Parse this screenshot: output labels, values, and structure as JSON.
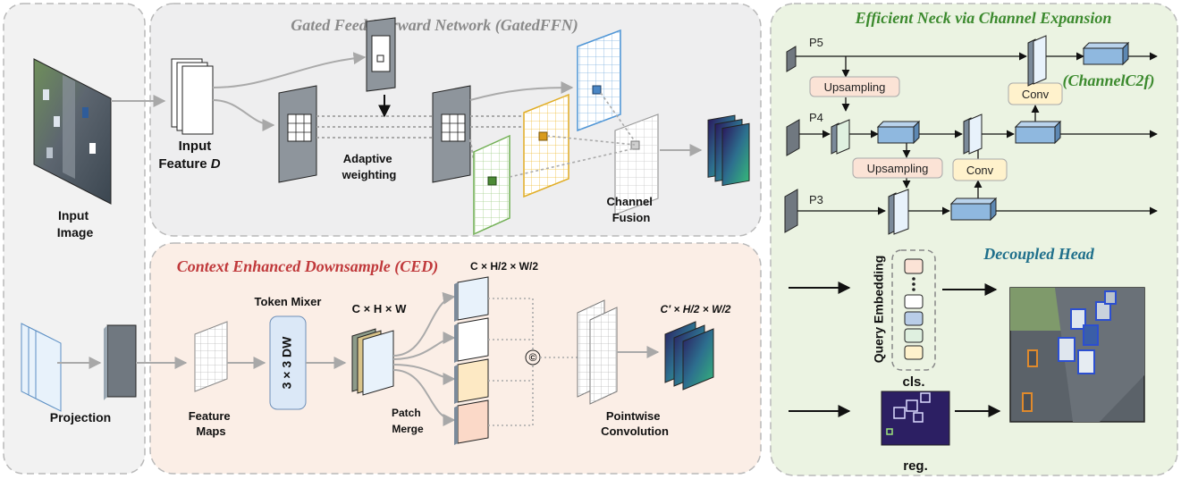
{
  "colors": {
    "gated_bg": "#eeeeef",
    "ced_bg": "#fbeee6",
    "neck_bg": "#ebf3e2",
    "left_bg": "#f2f2f2",
    "gated_title": "#8a8a8a",
    "ced_title": "#c0393b",
    "neck_title": "#3c8a2e",
    "head_title": "#1f6f8b",
    "block_blue": "#8fb8df",
    "upsample_fill": "#fbe3d6",
    "conv_fill": "#fff2cc"
  },
  "left": {
    "input_image_label": [
      "Input",
      "Image"
    ],
    "projection_label": "Projection"
  },
  "gated": {
    "title": "Gated Feed-Forward Network (GatedFFN)",
    "input_feature_label": [
      "Input",
      "Feature "
    ],
    "input_feature_var": "D",
    "adaptive_label": [
      "Adaptive",
      "weighting"
    ],
    "fusion_label": [
      "Channel",
      "Fusion"
    ]
  },
  "ced": {
    "title": "Context Enhanced Downsample (CED)",
    "token_mixer": "Token Mixer",
    "dw_label": "3 × 3 DW",
    "dim_full": "C × H × W",
    "dim_half": "C × H/2 × W/2",
    "dim_out": "C′ × H/2 × W/2",
    "feature_maps_label": [
      "Feature",
      "Maps"
    ],
    "patch_merge_label": [
      "Patch",
      "Merge"
    ],
    "concat_symbol": "©",
    "pointwise_label": [
      "Pointwise",
      "Convolution"
    ]
  },
  "neck": {
    "title": "Efficient Neck via Channel Expansion",
    "channel_c2f": "(ChannelC2f)",
    "levels": [
      "P5",
      "P4",
      "P3"
    ],
    "upsampling": "Upsampling",
    "conv": "Conv"
  },
  "head": {
    "title": "Decoupled Head",
    "query_embedding": "Query Embedding",
    "cls": "cls.",
    "reg": "reg."
  }
}
